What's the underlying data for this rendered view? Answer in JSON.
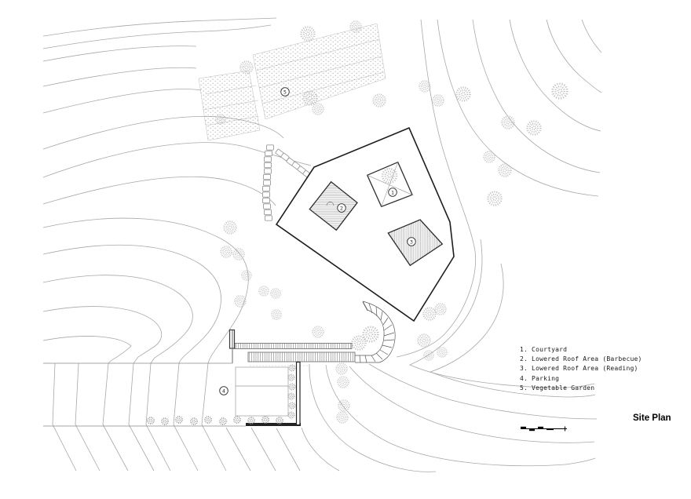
{
  "title": "Site Plan",
  "legend": {
    "items": [
      "1. Courtyard",
      "2. Lowered Roof Area (Barbecue)",
      "3. Lowered Roof Area (Reading)",
      "4. Parking",
      "5. Vegetable Garden"
    ]
  },
  "markers": {
    "courtyard": "1",
    "barbecue": "2",
    "reading": "3",
    "parking": "4",
    "garden": "5"
  },
  "colors": {
    "contour": "#a8a8a8",
    "building_outline": "#1e1e1e",
    "tree": "#bdbdbd",
    "hatch": "#8a8a8a",
    "text": "#1a1a1a"
  }
}
